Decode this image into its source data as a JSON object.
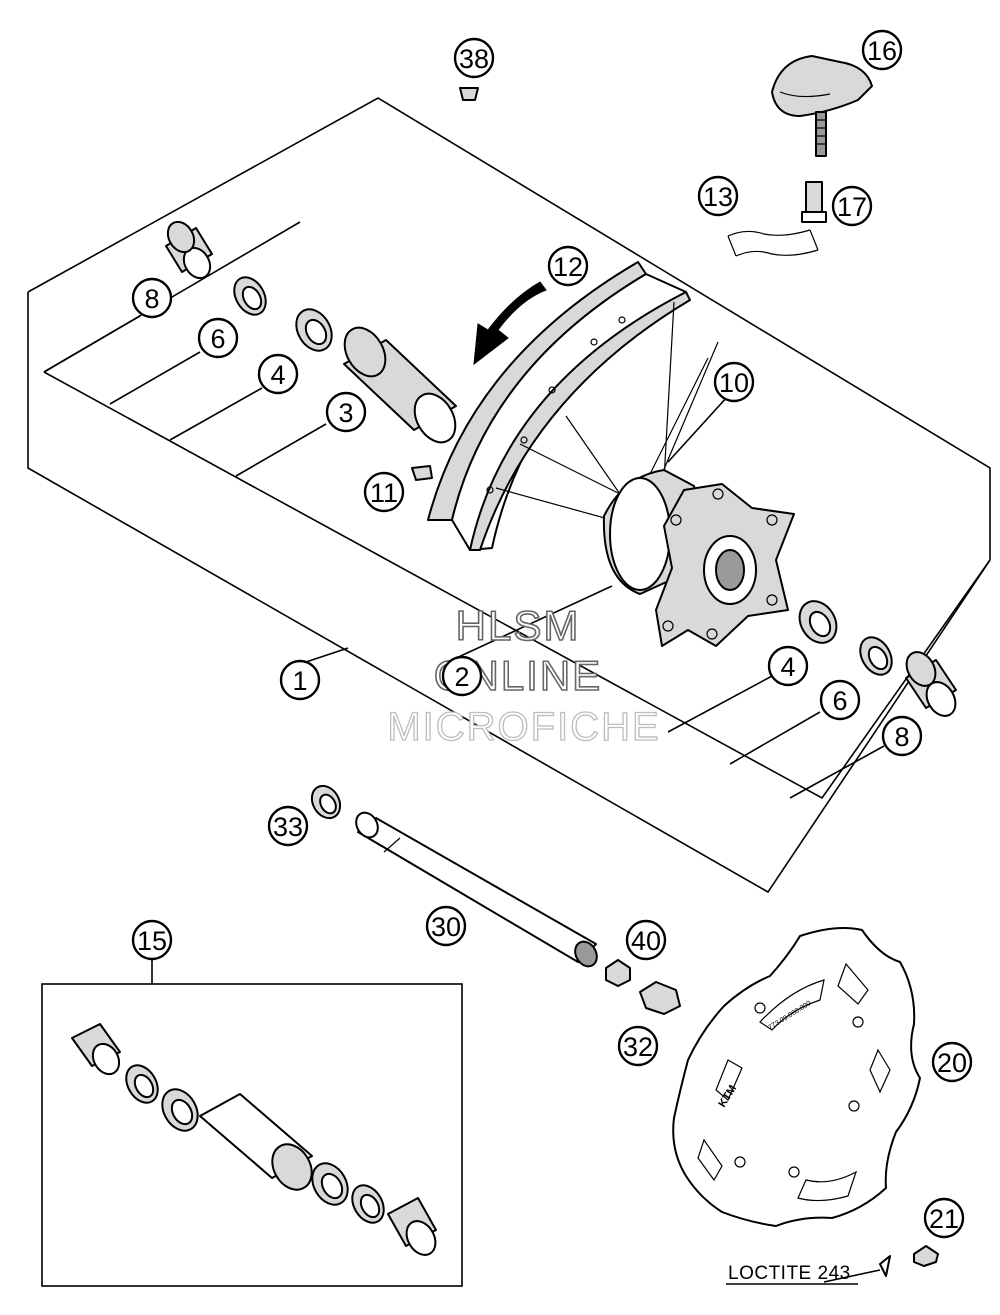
{
  "callouts": [
    {
      "id": "c38",
      "label": "38"
    },
    {
      "id": "c16",
      "label": "16"
    },
    {
      "id": "c13",
      "label": "13"
    },
    {
      "id": "c17",
      "label": "17"
    },
    {
      "id": "c12",
      "label": "12"
    },
    {
      "id": "c8a",
      "label": "8"
    },
    {
      "id": "c6a",
      "label": "6"
    },
    {
      "id": "c4a",
      "label": "4"
    },
    {
      "id": "c3",
      "label": "3"
    },
    {
      "id": "c10",
      "label": "10"
    },
    {
      "id": "c11",
      "label": "11"
    },
    {
      "id": "c1",
      "label": "1"
    },
    {
      "id": "c2",
      "label": "2"
    },
    {
      "id": "c4b",
      "label": "4"
    },
    {
      "id": "c6b",
      "label": "6"
    },
    {
      "id": "c8b",
      "label": "8"
    },
    {
      "id": "c33",
      "label": "33"
    },
    {
      "id": "c30",
      "label": "30"
    },
    {
      "id": "c15",
      "label": "15"
    },
    {
      "id": "c40",
      "label": "40"
    },
    {
      "id": "c32",
      "label": "32"
    },
    {
      "id": "c20",
      "label": "20"
    },
    {
      "id": "c21",
      "label": "21"
    }
  ],
  "note": "LOCTITE 243",
  "watermark": {
    "line1": "HLSM",
    "line2": "ONLINE",
    "line3": "MICROFICHE"
  },
  "disc_text": {
    "part_number": "773.09.060.000",
    "brand": "KTM"
  }
}
